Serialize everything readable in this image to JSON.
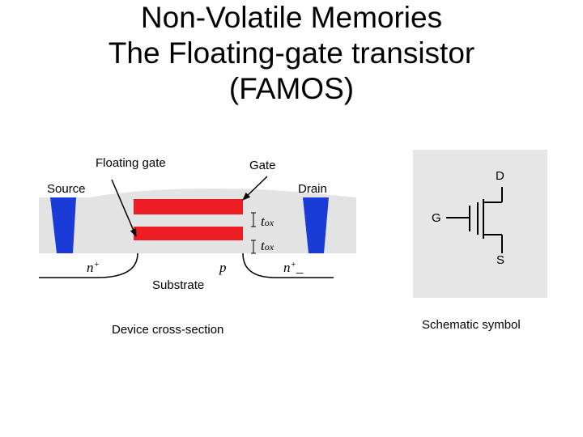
{
  "title": {
    "line1": "Non-Volatile Memories",
    "line2": "The Floating-gate transistor",
    "line3": "(FAMOS)"
  },
  "cross_section": {
    "floating_gate_label": "Floating gate",
    "gate_label": "Gate",
    "source_label": "Source",
    "drain_label": "Drain",
    "tox_t": "t",
    "tox_sub": "ox",
    "n_source": "n",
    "n_source_sup": "+",
    "p_label": "p",
    "n_drain": "n",
    "n_drain_sup": "+",
    "n_drain_suffix": "_",
    "substrate_label": "Substrate",
    "caption": "Device cross-section"
  },
  "schematic": {
    "d_label": "D",
    "g_label": "G",
    "s_label": "S",
    "caption": "Schematic symbol"
  },
  "colors": {
    "gate_red": "#ee1c24",
    "contact_blue": "#1a3bd6",
    "oxide_gray": "#e3e3e3",
    "panel_gray": "#e6e6e6"
  }
}
